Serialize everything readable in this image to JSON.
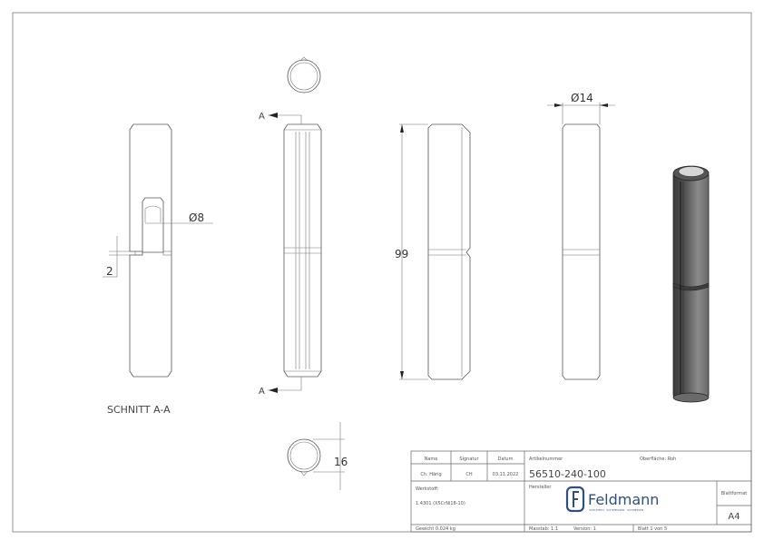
{
  "drawing": {
    "section_label": "SCHNITT A-A",
    "section_marker": "A",
    "dimensions": {
      "hole_diameter": "Ø8",
      "groove_width": "2",
      "length": "99",
      "outer_diameter": "Ø14",
      "top_view_size": "16"
    }
  },
  "title_block": {
    "headers": {
      "name": "Name",
      "signatur": "Signatur",
      "datum": "Datum",
      "artikelnummer": "Artikelnummer",
      "oberflaeche": "Oberfläche:  Roh"
    },
    "name": "Ch. Härig",
    "signatur": "CH",
    "datum": "03.11.2022",
    "artikelnummer": "56510-240-100",
    "werkstoff_label": "Werkstoff:",
    "werkstoff": "1.4301 (X5CrNi18-10)",
    "hersteller_label": "Hersteller",
    "logo_text": "Feldmann",
    "logo_tagline": "SCHLEIFEN · SCHWEISSEN · SCHNEIDEN",
    "brand_color": "#2f4f7f",
    "blattformat_label": "Blattformat",
    "blattformat": "A4",
    "gewicht": "Gewicht 0.024 kg",
    "massstab": "Masstab: 1:1",
    "version": "Version: 1",
    "blatt": "Blatt 1 von 5"
  }
}
